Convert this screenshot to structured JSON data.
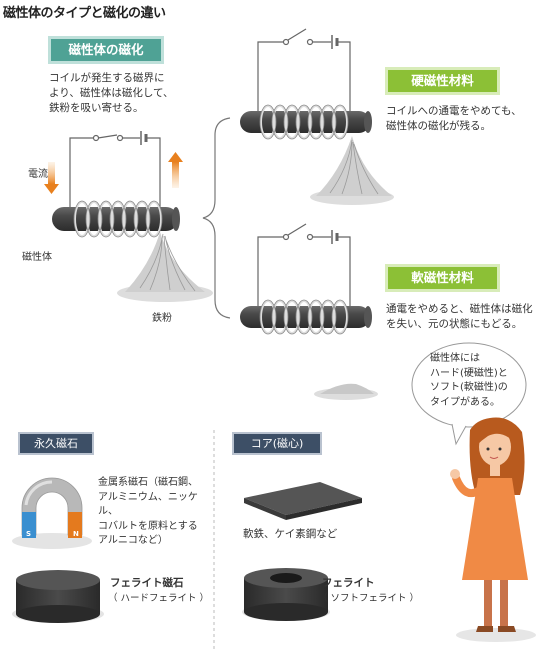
{
  "title": "磁性体のタイプと磁化の違い",
  "magnetization": {
    "label": "磁性体の磁化",
    "desc": [
      "コイルが発生する磁界に",
      "より、磁性体は磁化して、",
      "鉄粉を吸い寄せる。"
    ],
    "current_label": "電流",
    "material_label": "磁性体",
    "iron_label": "鉄粉"
  },
  "hard": {
    "label": "硬磁性材料",
    "desc": [
      "コイルへの通電をやめても、",
      "磁性体の磁化が残る。"
    ]
  },
  "soft": {
    "label": "軟磁性材料",
    "desc": [
      "通電をやめると、磁性体は磁化",
      "を失い、元の状態にもどる。"
    ]
  },
  "speech": [
    "磁性体には",
    "ハード(硬磁性)と",
    "ソフト(軟磁性)の",
    "タイプがある。"
  ],
  "permanent": {
    "label": "永久磁石",
    "metal_desc": [
      "金属系磁石（磁石鋼、",
      "アルミニウム、ニッケル、",
      "コバルトを原料とする",
      "アルニコなど）"
    ],
    "ferrite_name": "フェライト磁石",
    "ferrite_sub": "（ ハードフェライト ）",
    "pole_s": "S",
    "pole_n": "N"
  },
  "core": {
    "label": "コア(磁心)",
    "plate_desc": "軟鉄、ケイ素鋼など",
    "ferrite_name": "フェライト",
    "ferrite_sub": "（ ソフトフェライト ）"
  },
  "colors": {
    "teal": "#4fa295",
    "green": "#8cc036",
    "navy": "#3d4f66",
    "arrow_orange": "#e8801e",
    "magnet_blue": "#3a8fd0",
    "magnet_orange": "#e47a1e",
    "woman_dress": "#f08a45"
  }
}
